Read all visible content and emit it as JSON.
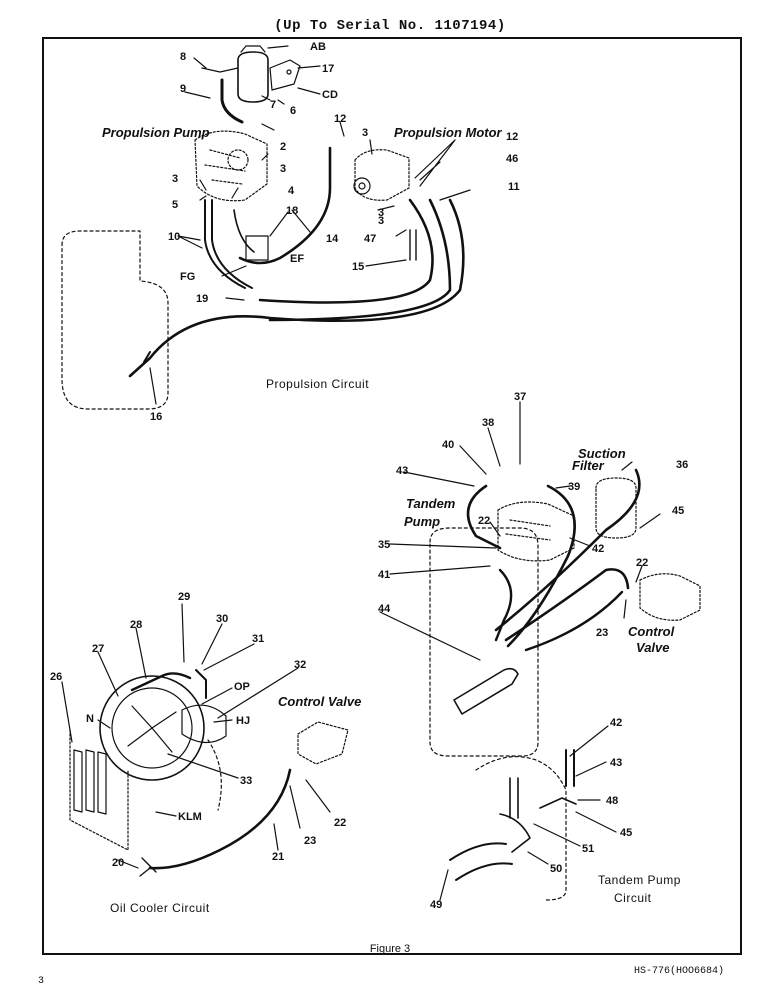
{
  "header": {
    "serial_note": "(Up To Serial No. 1107194)"
  },
  "footer": {
    "page_mark": "3",
    "doc_code": "HS-776(HOO6684)",
    "figure": "Figure 3"
  },
  "circuits": {
    "propulsion": {
      "title": "Propulsion Circuit",
      "pump_label": "Propulsion Pump",
      "motor_label": "Propulsion Motor"
    },
    "tandem": {
      "title": "Tandem Pump Circuit",
      "pump_label": "Tandem Pump",
      "filter_label": "Suction Filter",
      "valve_label": "Control Valve"
    },
    "oil_cooler": {
      "title": "Oil Cooler Circuit",
      "valve_label": "Control Valve"
    }
  },
  "callouts": {
    "prop": [
      "8",
      "9",
      "AB",
      "17",
      "CD",
      "7",
      "6",
      "2",
      "3",
      "12",
      "3",
      "12",
      "46",
      "11",
      "3",
      "4",
      "5",
      "3",
      "18",
      "10",
      "14",
      "EF",
      "47",
      "3",
      "15",
      "FG",
      "19",
      "16"
    ],
    "tandem": [
      "37",
      "38",
      "40",
      "36",
      "43",
      "39",
      "22",
      "42",
      "35",
      "45",
      "41",
      "22",
      "44",
      "23",
      "42",
      "43",
      "48",
      "45",
      "51",
      "50",
      "49"
    ],
    "cooler": [
      "29",
      "30",
      "28",
      "31",
      "27",
      "OP",
      "32",
      "26",
      "N",
      "HJ",
      "33",
      "KLM",
      "22",
      "23",
      "21",
      "20"
    ]
  }
}
